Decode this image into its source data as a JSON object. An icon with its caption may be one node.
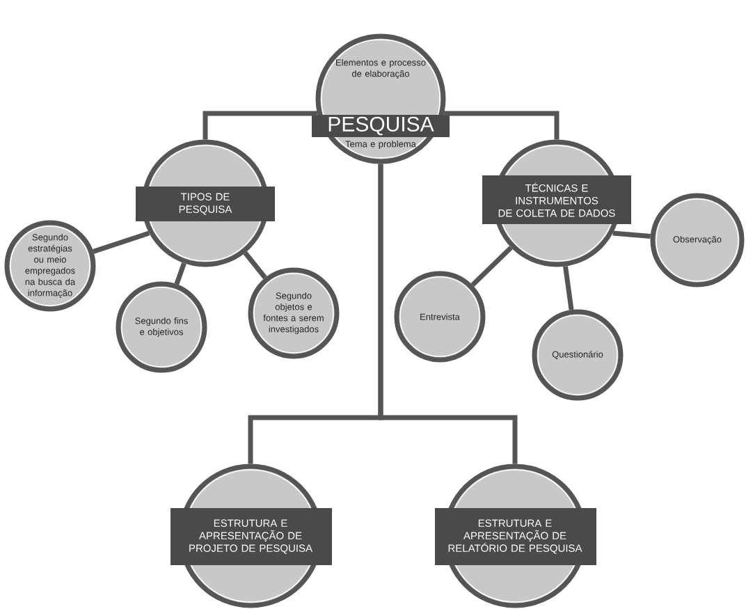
{
  "diagram": {
    "nodes": [
      {
        "text": [
          "Elementos e processo de elaboração",
          "PESQUISA",
          "Tema e problema"
        ]
      },
      {
        "text": [
          "TIPOS DE PESQUISA"
        ]
      },
      {
        "text": [
          "Segundo estratégias ou meio empregados na busca da informação"
        ]
      },
      {
        "text": [
          "Segundo fins e objetivos"
        ]
      },
      {
        "text": [
          "Segundo objetos e fontes a serem investigados"
        ]
      },
      {
        "text": [
          "TÉCNICAS E INSTRUMENTOS DE COLETA DE DADOS"
        ]
      },
      {
        "text": [
          "Entrevista"
        ]
      },
      {
        "text": [
          "Questionário"
        ]
      },
      {
        "text": [
          "Observação"
        ]
      },
      {
        "text": [
          "ESTRUTURA E APRESENTAÇÃO DE PROJETO DE PESQUISA"
        ]
      },
      {
        "text": [
          "ESTRUTURA E APRESENTAÇÃO DE RELATÓRIO DE PESQUISA"
        ]
      }
    ],
    "edges": [
      {
        "from": 0,
        "to": 1,
        "arrow": "none"
      },
      {
        "from": 0,
        "to": 5,
        "arrow": "none"
      },
      {
        "from": 0,
        "to": 9,
        "arrow": "none"
      },
      {
        "from": 0,
        "to": 10,
        "arrow": "none"
      },
      {
        "from": 1,
        "to": 2,
        "arrow": "none"
      },
      {
        "from": 1,
        "to": 3,
        "arrow": "none"
      },
      {
        "from": 1,
        "to": 4,
        "arrow": "none"
      },
      {
        "from": 5,
        "to": 6,
        "arrow": "none"
      },
      {
        "from": 5,
        "to": 7,
        "arrow": "none"
      },
      {
        "from": 5,
        "to": 8,
        "arrow": "none"
      }
    ]
  }
}
